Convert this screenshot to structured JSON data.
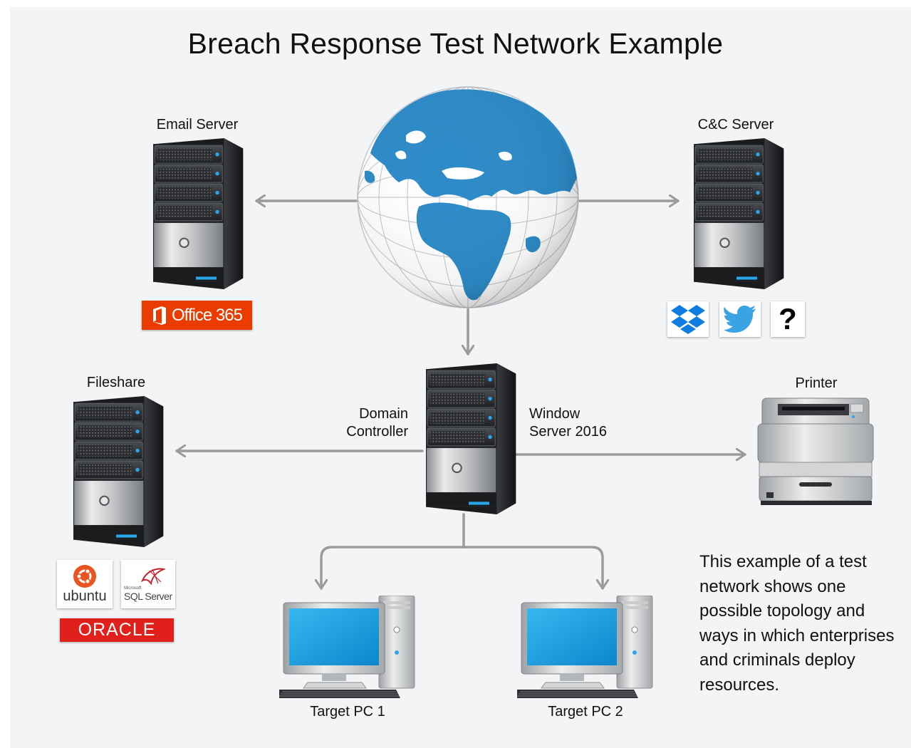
{
  "title": "Breach Response Test Network Example",
  "nodes": {
    "email_server": {
      "label": "Email Server"
    },
    "cc_server": {
      "label": "C&C Server"
    },
    "fileshare": {
      "label": "Fileshare"
    },
    "printer": {
      "label": "Printer"
    },
    "domain_controller": {
      "label_left_1": "Domain",
      "label_left_2": "Controller",
      "label_right_1": "Window",
      "label_right_2": "Server 2016"
    },
    "target_pc_1": {
      "label": "Target PC 1"
    },
    "target_pc_2": {
      "label": "Target PC 2"
    }
  },
  "badges": {
    "office365": {
      "text": "Office 365",
      "color": "#eb3c00"
    },
    "dropbox": {
      "icon": "dropbox-icon",
      "color": "#0f7ee0"
    },
    "twitter": {
      "icon": "twitter-icon",
      "color": "#3aa3e3"
    },
    "unknown": {
      "text": "?"
    },
    "ubuntu": {
      "text": "ubuntu",
      "color": "#e95420"
    },
    "sql_server": {
      "small": "Microsoft",
      "text": "SQL Server",
      "color": "#c8202f"
    },
    "oracle": {
      "text": "ORACLE",
      "color": "#e2201b"
    }
  },
  "note": "This example of a test network shows one possible topology and ways in which enterprises and criminals deploy resources.",
  "colors": {
    "connector": "#9b9b9b",
    "globe_ocean": "#2d8bc8",
    "screen": "#1ea3e3"
  }
}
